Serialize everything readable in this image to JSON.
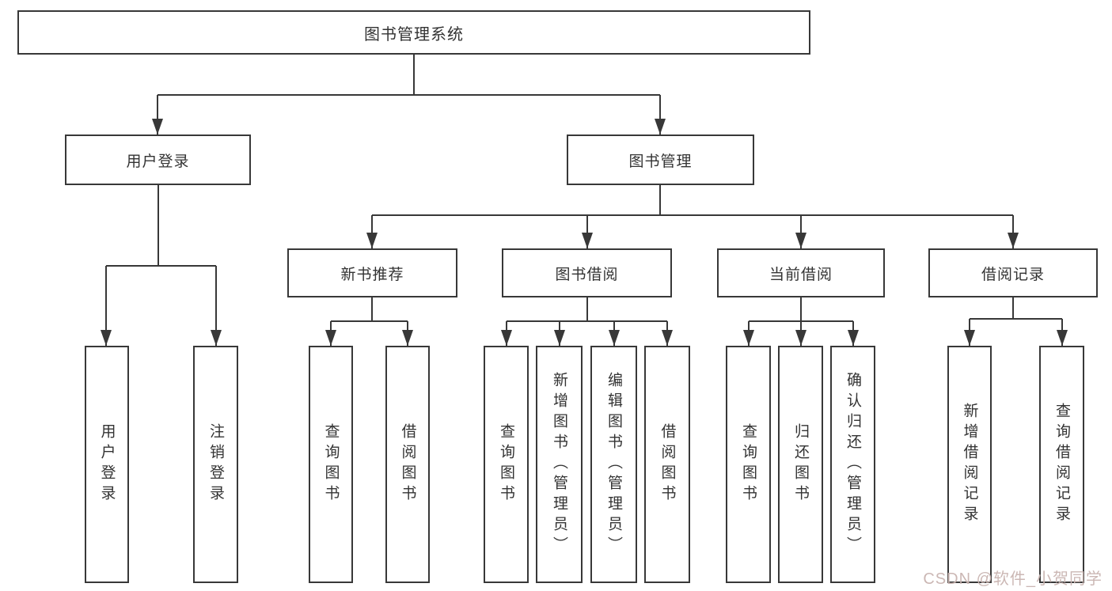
{
  "diagram": {
    "title_hint": "library management system function structure diagram",
    "root": {
      "label": "图书管理系统"
    },
    "level2": [
      {
        "label": "用户登录",
        "children": [
          {
            "label": "用户登录"
          },
          {
            "label": "注销登录"
          }
        ]
      },
      {
        "label": "图书管理",
        "children": [
          {
            "label": "新书推荐",
            "children": [
              {
                "label": "查询图书"
              },
              {
                "label": "借阅图书"
              }
            ]
          },
          {
            "label": "图书借阅",
            "children": [
              {
                "label": "查询图书"
              },
              {
                "label": "新增图书（管理员）"
              },
              {
                "label": "编辑图书（管理员）"
              },
              {
                "label": "借阅图书"
              }
            ]
          },
          {
            "label": "当前借阅",
            "children": [
              {
                "label": "查询图书"
              },
              {
                "label": "归还图书"
              },
              {
                "label": "确认归还（管理员）"
              }
            ]
          },
          {
            "label": "借阅记录",
            "children": [
              {
                "label": "新增借阅记录"
              },
              {
                "label": "查询借阅记录"
              }
            ]
          }
        ]
      }
    ]
  },
  "colors": {
    "line": "#383838",
    "border": "#383838",
    "text": "#333333",
    "watermark": "#c9b4b0",
    "background": "#ffffff"
  },
  "watermark": {
    "text": "CSDN @软件_小贺同学"
  }
}
